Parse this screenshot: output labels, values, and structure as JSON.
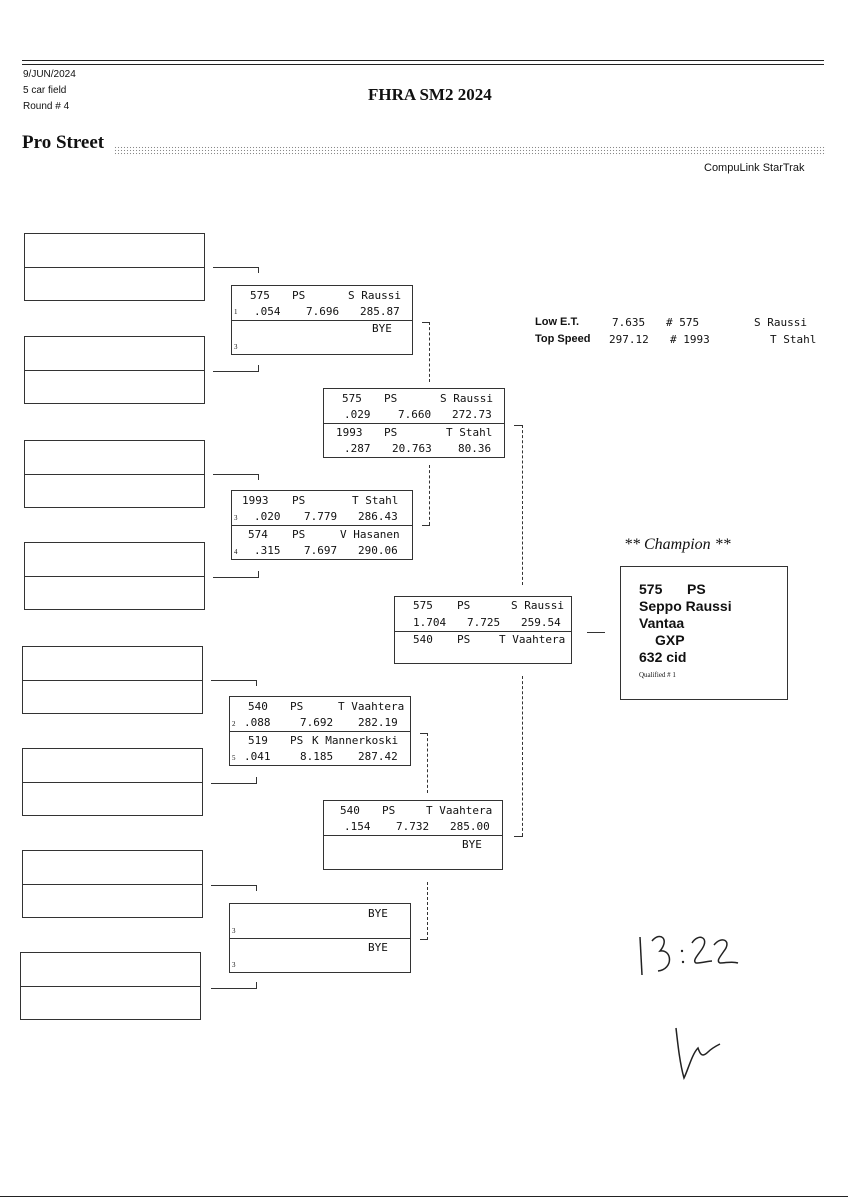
{
  "header": {
    "date": "9/JUN/2024",
    "field": "5 car field",
    "round": "Round # 4",
    "event_title": "FHRA SM2 2024",
    "class_name": "Pro Street",
    "system": "CompuLink StarTrak"
  },
  "stats": {
    "low_et_label": "Low  E.T.",
    "low_et_value": "7.635",
    "low_et_car": "# 575",
    "low_et_driver": "S Raussi",
    "top_speed_label": "Top Speed",
    "top_speed_value": "297.12",
    "top_speed_car": "# 1993",
    "top_speed_driver": "T Stahl"
  },
  "round1": [
    {
      "top": {
        "car": "575",
        "cls": "PS",
        "driver": "S Raussi",
        "lane": "1",
        "rt": ".054",
        "et": "7.696",
        "mph": "285.87"
      },
      "bottom": {
        "lane": "3",
        "bye": "BYE"
      }
    },
    {
      "top": {
        "car": "1993",
        "cls": "PS",
        "driver": "T Stahl",
        "lane": "3",
        "rt": ".020",
        "et": "7.779",
        "mph": "286.43"
      },
      "bottom": {
        "car": "574",
        "cls": "PS",
        "driver": "V Hasanen",
        "lane": "4",
        "rt": ".315",
        "et": "7.697",
        "mph": "290.06"
      }
    },
    {
      "top": {
        "car": "540",
        "cls": "PS",
        "driver": "T Vaahtera",
        "lane": "2",
        "rt": ".088",
        "et": "7.692",
        "mph": "282.19"
      },
      "bottom": {
        "car": "519",
        "cls": "PS",
        "driver": "K Mannerkoski",
        "lane": "5",
        "rt": ".041",
        "et": "8.185",
        "mph": "287.42"
      }
    },
    {
      "top": {
        "lane": "3",
        "bye": "BYE"
      },
      "bottom": {
        "lane": "3",
        "bye": "BYE"
      }
    }
  ],
  "round2": [
    {
      "top": {
        "car": "575",
        "cls": "PS",
        "driver": "S Raussi",
        "rt": ".029",
        "et": "7.660",
        "mph": "272.73"
      },
      "bottom": {
        "car": "1993",
        "cls": "PS",
        "driver": "T Stahl",
        "rt": ".287",
        "et": "20.763",
        "mph": "80.36"
      }
    },
    {
      "top": {
        "car": "540",
        "cls": "PS",
        "driver": "T Vaahtera",
        "rt": ".154",
        "et": "7.732",
        "mph": "285.00"
      },
      "bottom": {
        "bye": "BYE"
      }
    }
  ],
  "final": {
    "top": {
      "car": "575",
      "cls": "PS",
      "driver": "S Raussi",
      "rt": "1.704",
      "et": "7.725",
      "mph": "259.54"
    },
    "bottom": {
      "car": "540",
      "cls": "PS",
      "driver": "T Vaahtera"
    }
  },
  "champion": {
    "title": "** Champion **",
    "car": "575",
    "cls": "PS",
    "name": "Seppo Raussi",
    "city": "Vantaa",
    "chassis": "GXP",
    "engine": "632 cid",
    "qualified": "Qualified # 1"
  },
  "handwritten": {
    "time": "13:22",
    "initials": "signature"
  }
}
